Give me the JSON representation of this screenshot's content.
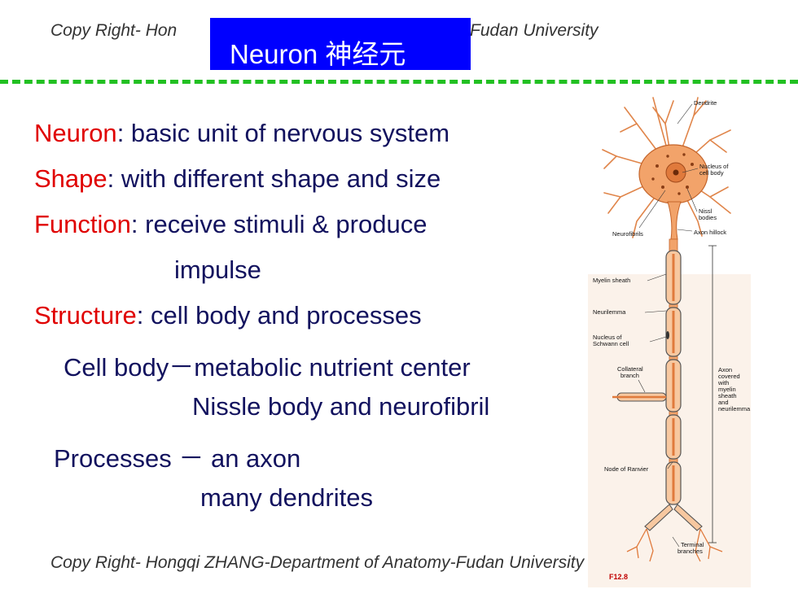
{
  "header": {
    "credit_visible": "Copy Right- Hon",
    "credit_tail": "f Anatomy-Fudan University",
    "title": "Neuron 神经元"
  },
  "content": {
    "lines": [
      {
        "term": "Neuron",
        "text": ": basic unit of nervous system"
      },
      {
        "term": "Shape",
        "text": ": with different shape and size"
      },
      {
        "term": "Function",
        "text": ": receive stimuli & produce"
      },
      {
        "text": "impulse"
      },
      {
        "term": "Structure",
        "text": ": cell body and processes"
      },
      {
        "text": "Cell body－metabolic nutrient center"
      },
      {
        "text": "Nissle body and neurofibril"
      },
      {
        "text": "Processes － an axon"
      },
      {
        "text": "many dendrites"
      }
    ]
  },
  "footer": {
    "credit": "Copy Right- Hongqi ZHANG-Department of Anatomy-Fudan University"
  },
  "figure": {
    "labels": {
      "dendrite": "Dendrite",
      "nucleus_1": "Nucleus of",
      "nucleus_2": "cell body",
      "nissl_1": "Nissl",
      "nissl_2": "bodies",
      "neurofibrils": "Neurofibrils",
      "axon_hillock": "Axon hillock",
      "myelin_sheath": "Myelin sheath",
      "neurilemma": "Neurilemma",
      "schwann_1": "Nucleus of",
      "schwann_2": "Schwann cell",
      "collateral_1": "Collateral",
      "collateral_2": "branch",
      "axon_1": "Axon",
      "axon_2": "covered",
      "axon_3": "with",
      "axon_4": "myelin",
      "axon_5": "sheath",
      "axon_6": "and",
      "axon_7": "neurilemma",
      "node_ranvier": "Node of Ranvier",
      "terminal_1": "Terminal",
      "terminal_2": "branches",
      "fig_number": "F12.8"
    },
    "colors": {
      "neuron": "#f2a36a",
      "outline": "#c4642a",
      "myelin": "#f7c8a0",
      "title_bg": "#0000ff",
      "term": "#e00000",
      "divider": "#22c022"
    }
  }
}
